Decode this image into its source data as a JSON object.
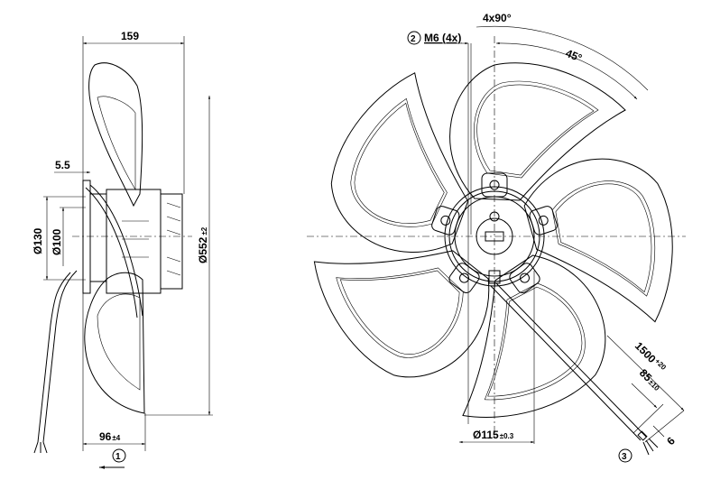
{
  "side_view": {
    "width_total": "159",
    "offset": "5.5",
    "dia_130": "Ø130",
    "dia_100": "Ø100",
    "dia_552": "Ø552",
    "dia_552_tol": "±2",
    "depth_96": "96",
    "depth_96_tol": "±4",
    "airflow_marker": "1"
  },
  "front_view": {
    "angle_90": "4x90°",
    "angle_45": "45°",
    "thread_marker": "2",
    "thread_label": "M6 (4x)",
    "dia_115": "Ø115",
    "dia_115_tol": "±0.3",
    "cable_length": "1500",
    "cable_length_tol": "+20",
    "strip_length": "85",
    "strip_length_tol": "±10",
    "wire_strip": "6",
    "cable_marker": "3"
  }
}
